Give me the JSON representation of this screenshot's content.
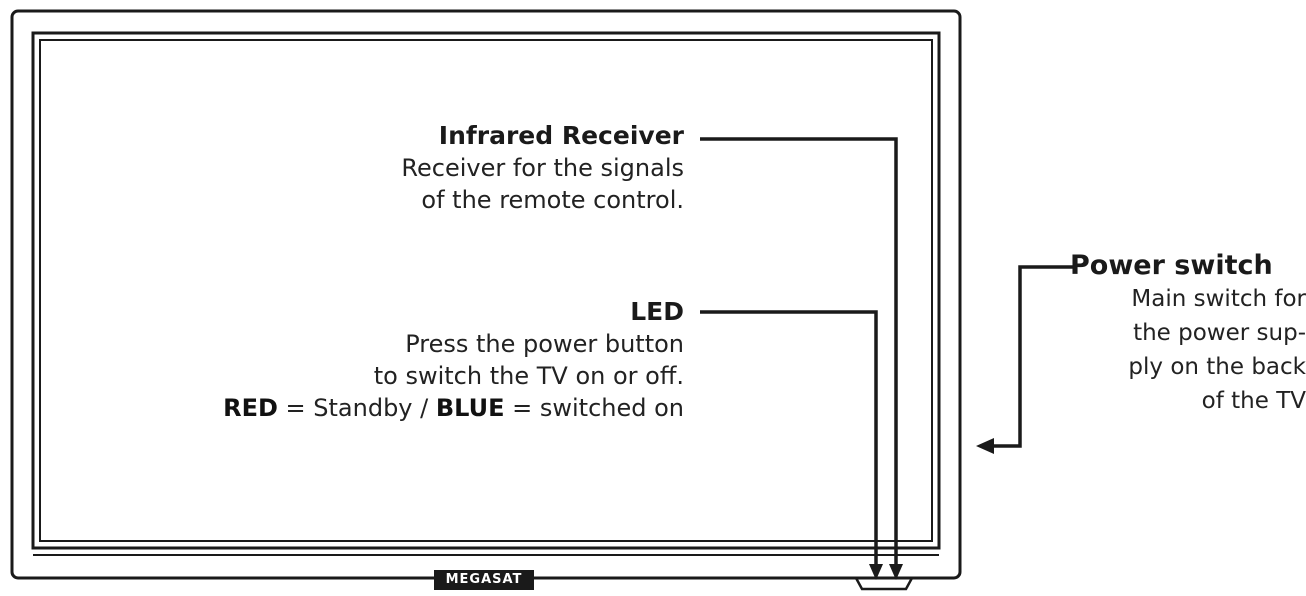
{
  "infrared_receiver": {
    "title": "Infrared Receiver",
    "line1": "Receiver for the signals",
    "line2": "of the remote control."
  },
  "led": {
    "title": "LED",
    "line1": "Press the power button",
    "line2": "to switch the TV on or off.",
    "red": "RED",
    "standby": " = Standby / ",
    "blue": "BLUE",
    "switched_on": " = switched on"
  },
  "power_switch": {
    "title": "Power switch",
    "line1": "Main switch for",
    "line2": "the power sup-",
    "line3": "ply on the back",
    "line4": "of the TV"
  },
  "brand": {
    "logo_text": "MEGASAT"
  },
  "colors": {
    "line": "#1a1a1a",
    "frame": "#1a1a1a"
  }
}
